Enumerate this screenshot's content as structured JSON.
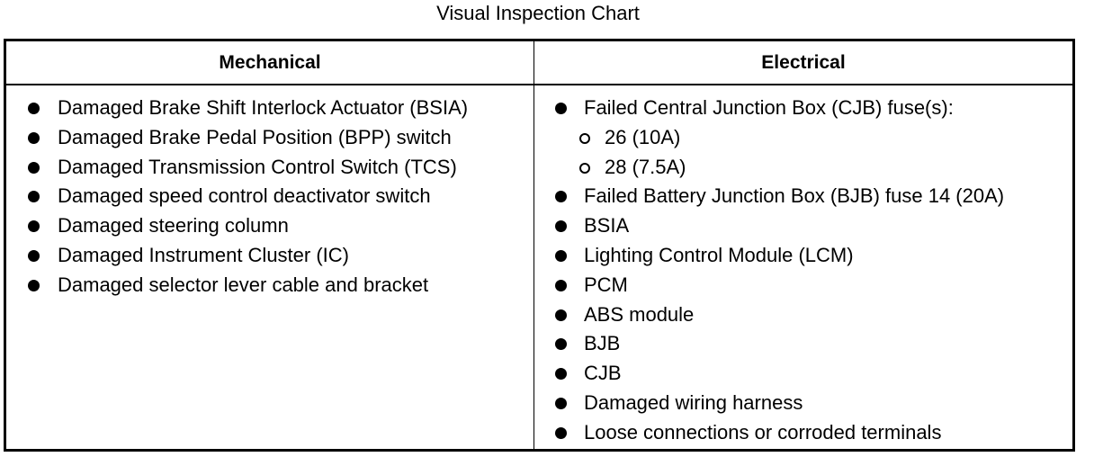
{
  "title": "Visual Inspection Chart",
  "table": {
    "headers": [
      "Mechanical",
      "Electrical"
    ],
    "mechanical": [
      "Damaged Brake Shift Interlock Actuator (BSIA)",
      "Damaged Brake Pedal Position (BPP) switch",
      "Damaged Transmission Control Switch (TCS)",
      "Damaged speed control deactivator switch",
      "Damaged steering column",
      "Damaged Instrument Cluster (IC)",
      "Damaged selector lever cable and bracket"
    ],
    "electrical": [
      "Failed Central Junction Box (CJB) fuse(s):",
      "Failed Battery Junction Box (BJB) fuse 14 (20A)",
      "BSIA",
      "Lighting Control Module (LCM)",
      "PCM",
      "ABS module",
      "BJB",
      "CJB",
      "Damaged wiring harness",
      "Loose connections or corroded terminals"
    ],
    "electrical_fuses": [
      "26 (10A)",
      "28 (7.5A)"
    ]
  }
}
